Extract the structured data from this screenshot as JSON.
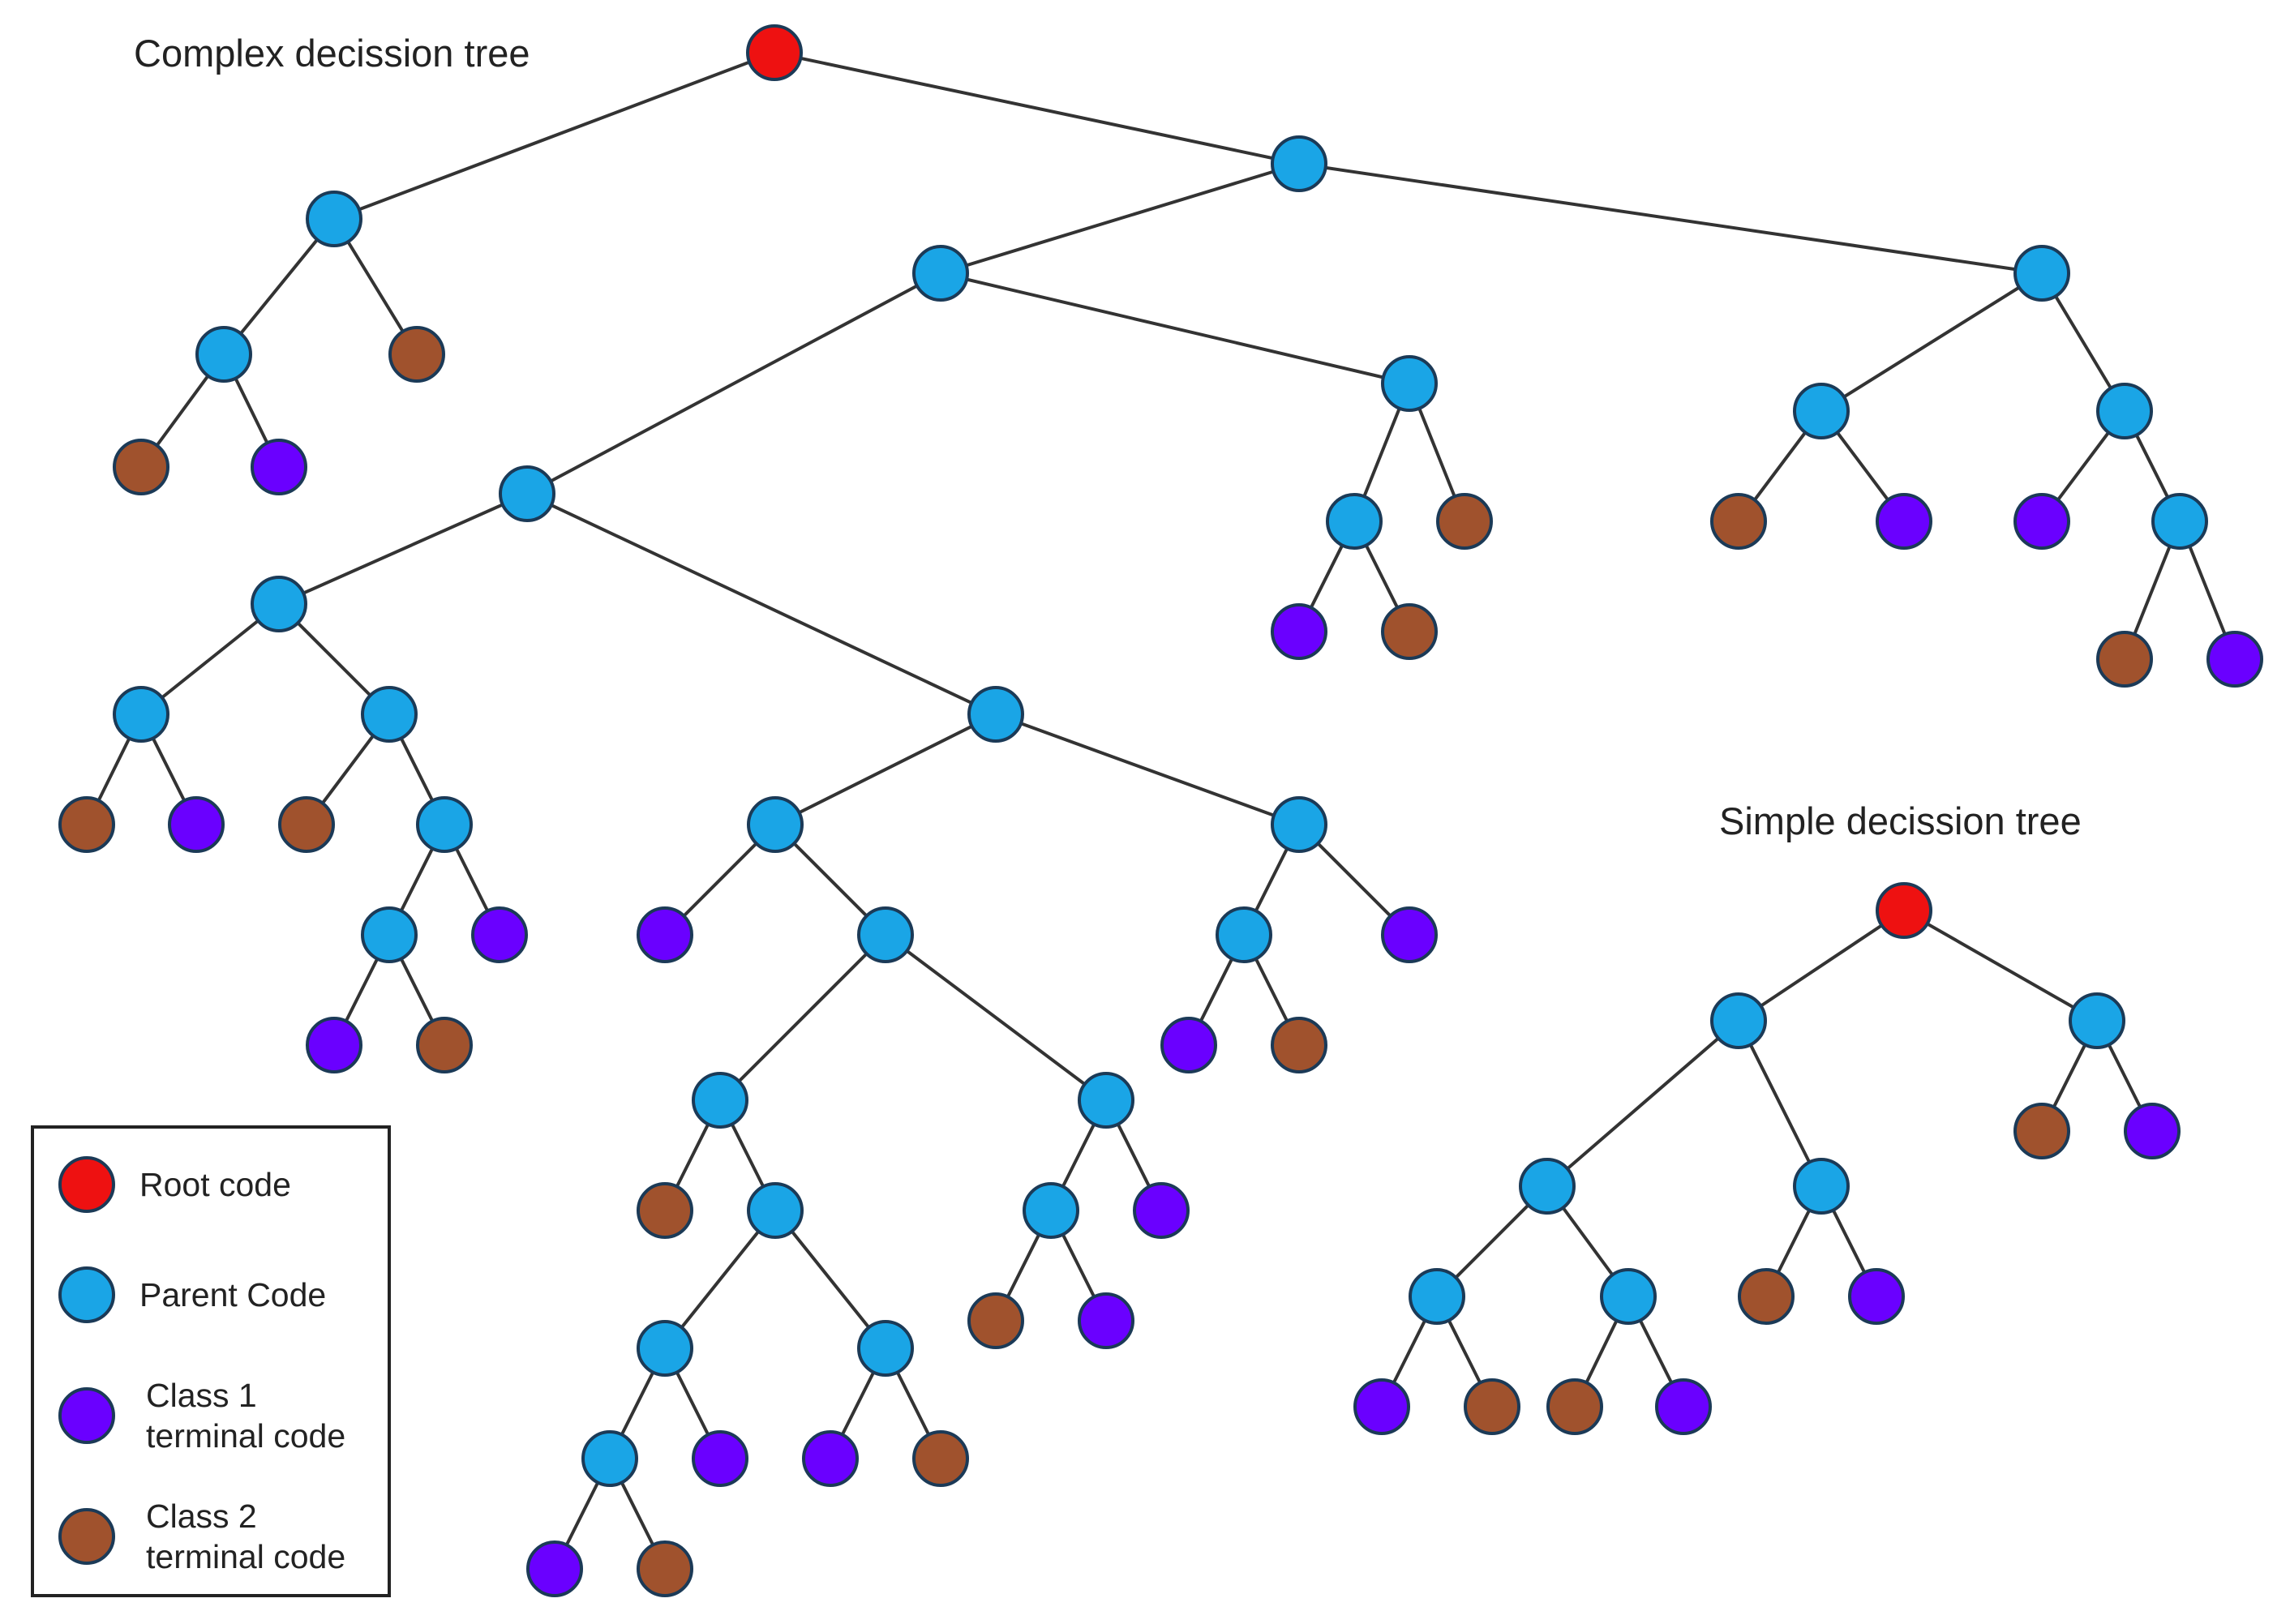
{
  "titles": {
    "complex": "Complex decission tree",
    "simple": "Simple decission tree"
  },
  "legend": {
    "items": [
      {
        "type": "root",
        "label_lines": [
          "Root code"
        ]
      },
      {
        "type": "parent",
        "label_lines": [
          "Parent Code"
        ]
      },
      {
        "type": "class1",
        "label_lines": [
          "Class 1",
          "terminal code"
        ]
      },
      {
        "type": "class2",
        "label_lines": [
          "Class 2",
          "terminal code"
        ]
      }
    ]
  },
  "colors": {
    "root": "#ee1111",
    "parent": "#1aa5e6",
    "class1": "#6a00ff",
    "class2": "#a0522d"
  },
  "trees": {
    "complex": {
      "root": "c_root",
      "nodes": [
        {
          "id": "c_root",
          "type": "root"
        },
        {
          "id": "c_A",
          "type": "parent",
          "parent": "c_root"
        },
        {
          "id": "c_A1",
          "type": "parent",
          "parent": "c_A"
        },
        {
          "id": "c_A1a",
          "type": "class2",
          "parent": "c_A1"
        },
        {
          "id": "c_A1b",
          "type": "class1",
          "parent": "c_A1"
        },
        {
          "id": "c_A2",
          "type": "class2",
          "parent": "c_A"
        },
        {
          "id": "c_B",
          "type": "parent",
          "parent": "c_root"
        },
        {
          "id": "c_C",
          "type": "parent",
          "parent": "c_B"
        },
        {
          "id": "c_D",
          "type": "parent",
          "parent": "c_C"
        },
        {
          "id": "c_D1",
          "type": "parent",
          "parent": "c_D"
        },
        {
          "id": "c_D1a",
          "type": "parent",
          "parent": "c_D1"
        },
        {
          "id": "c_D1a1",
          "type": "class2",
          "parent": "c_D1a"
        },
        {
          "id": "c_D1a2",
          "type": "class1",
          "parent": "c_D1a"
        },
        {
          "id": "c_D1b",
          "type": "parent",
          "parent": "c_D1"
        },
        {
          "id": "c_D1b1",
          "type": "class2",
          "parent": "c_D1b"
        },
        {
          "id": "c_D1b2",
          "type": "parent",
          "parent": "c_D1b"
        },
        {
          "id": "c_D1b2a",
          "type": "parent",
          "parent": "c_D1b2"
        },
        {
          "id": "c_D1b2a1",
          "type": "class1",
          "parent": "c_D1b2a"
        },
        {
          "id": "c_D1b2a2",
          "type": "class2",
          "parent": "c_D1b2a"
        },
        {
          "id": "c_D1b2b",
          "type": "class1",
          "parent": "c_D1b2"
        },
        {
          "id": "c_D2",
          "type": "parent",
          "parent": "c_D"
        },
        {
          "id": "c_D2a",
          "type": "parent",
          "parent": "c_D2"
        },
        {
          "id": "c_D2a1",
          "type": "class1",
          "parent": "c_D2a"
        },
        {
          "id": "c_D2a2",
          "type": "parent",
          "parent": "c_D2a"
        },
        {
          "id": "c_E1",
          "type": "parent",
          "parent": "c_D2a2"
        },
        {
          "id": "c_E1a",
          "type": "class2",
          "parent": "c_E1"
        },
        {
          "id": "c_E1b",
          "type": "parent",
          "parent": "c_E1"
        },
        {
          "id": "c_F1",
          "type": "parent",
          "parent": "c_E1b"
        },
        {
          "id": "c_F1a",
          "type": "parent",
          "parent": "c_F1"
        },
        {
          "id": "c_F1a1",
          "type": "class1",
          "parent": "c_F1a"
        },
        {
          "id": "c_F1a2",
          "type": "class2",
          "parent": "c_F1a"
        },
        {
          "id": "c_F1b",
          "type": "class1",
          "parent": "c_F1"
        },
        {
          "id": "c_F2",
          "type": "parent",
          "parent": "c_E1b"
        },
        {
          "id": "c_F2a",
          "type": "class1",
          "parent": "c_F2"
        },
        {
          "id": "c_F2b",
          "type": "class2",
          "parent": "c_F2"
        },
        {
          "id": "c_E2",
          "type": "parent",
          "parent": "c_D2a2"
        },
        {
          "id": "c_E2a",
          "type": "parent",
          "parent": "c_E2"
        },
        {
          "id": "c_E2a1",
          "type": "class2",
          "parent": "c_E2a"
        },
        {
          "id": "c_E2a2",
          "type": "class1",
          "parent": "c_E2a"
        },
        {
          "id": "c_E2b",
          "type": "class1",
          "parent": "c_E2"
        },
        {
          "id": "c_D2b",
          "type": "parent",
          "parent": "c_D2"
        },
        {
          "id": "c_D2b1",
          "type": "parent",
          "parent": "c_D2b"
        },
        {
          "id": "c_D2b1a",
          "type": "class1",
          "parent": "c_D2b1"
        },
        {
          "id": "c_D2b1b",
          "type": "class2",
          "parent": "c_D2b1"
        },
        {
          "id": "c_D2b2",
          "type": "class1",
          "parent": "c_D2b"
        },
        {
          "id": "c_G",
          "type": "parent",
          "parent": "c_C"
        },
        {
          "id": "c_G1",
          "type": "parent",
          "parent": "c_G"
        },
        {
          "id": "c_G1a",
          "type": "class1",
          "parent": "c_G1"
        },
        {
          "id": "c_G1b",
          "type": "class2",
          "parent": "c_G1"
        },
        {
          "id": "c_G2",
          "type": "class2",
          "parent": "c_G"
        },
        {
          "id": "c_H",
          "type": "parent",
          "parent": "c_B"
        },
        {
          "id": "c_H1",
          "type": "parent",
          "parent": "c_H"
        },
        {
          "id": "c_H1a",
          "type": "class2",
          "parent": "c_H1"
        },
        {
          "id": "c_H1b",
          "type": "class1",
          "parent": "c_H1"
        },
        {
          "id": "c_H2",
          "type": "parent",
          "parent": "c_H"
        },
        {
          "id": "c_H2a",
          "type": "class1",
          "parent": "c_H2"
        },
        {
          "id": "c_H2b",
          "type": "parent",
          "parent": "c_H2"
        },
        {
          "id": "c_H2b1",
          "type": "class2",
          "parent": "c_H2b"
        },
        {
          "id": "c_H2b2",
          "type": "class1",
          "parent": "c_H2b"
        }
      ]
    },
    "simple": {
      "root": "s_root",
      "nodes": [
        {
          "id": "s_root",
          "type": "root"
        },
        {
          "id": "s_L",
          "type": "parent",
          "parent": "s_root"
        },
        {
          "id": "s_L1",
          "type": "parent",
          "parent": "s_L"
        },
        {
          "id": "s_L1a",
          "type": "parent",
          "parent": "s_L1"
        },
        {
          "id": "s_L1a1",
          "type": "class1",
          "parent": "s_L1a"
        },
        {
          "id": "s_L1a2",
          "type": "class2",
          "parent": "s_L1a"
        },
        {
          "id": "s_L1b",
          "type": "parent",
          "parent": "s_L1"
        },
        {
          "id": "s_L1b1",
          "type": "class2",
          "parent": "s_L1b"
        },
        {
          "id": "s_L1b2",
          "type": "class1",
          "parent": "s_L1b"
        },
        {
          "id": "s_L2",
          "type": "parent",
          "parent": "s_L"
        },
        {
          "id": "s_L2a",
          "type": "class2",
          "parent": "s_L2"
        },
        {
          "id": "s_L2b",
          "type": "class1",
          "parent": "s_L2"
        },
        {
          "id": "s_R",
          "type": "parent",
          "parent": "s_root"
        },
        {
          "id": "s_Ra",
          "type": "class2",
          "parent": "s_R"
        },
        {
          "id": "s_Rb",
          "type": "class1",
          "parent": "s_R"
        }
      ]
    }
  }
}
